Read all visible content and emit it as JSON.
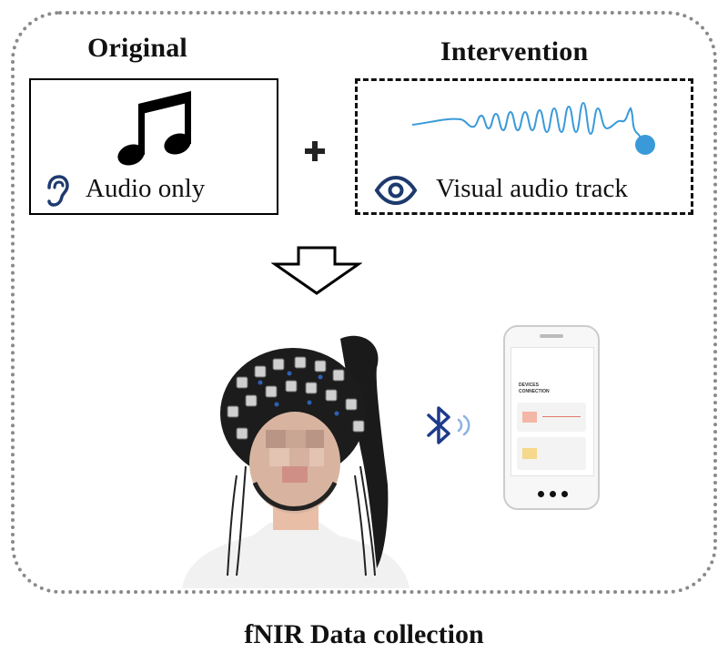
{
  "panels": {
    "original": {
      "title": "Original",
      "label": "Audio only",
      "icons": [
        "music-note-icon",
        "ear-icon"
      ]
    },
    "intervention": {
      "title": "Intervention",
      "label": "Visual audio track",
      "icons": [
        "waveform-icon",
        "eye-icon"
      ]
    }
  },
  "connector": {
    "icons": [
      "plus-icon",
      "down-arrow-icon"
    ]
  },
  "device": {
    "icons": [
      "bluetooth-icon",
      "signal-waves-icon"
    ],
    "phone_screen": {
      "title_line1": "DEVICES",
      "title_line2": "CONNECTION"
    }
  },
  "footer": {
    "caption": "fNIR Data collection"
  },
  "colors": {
    "wave": "#3a9ad9",
    "bluetooth": "#1e3a8a",
    "ear_eye": "#1e3a6e",
    "frame": "#8a8a8a"
  }
}
